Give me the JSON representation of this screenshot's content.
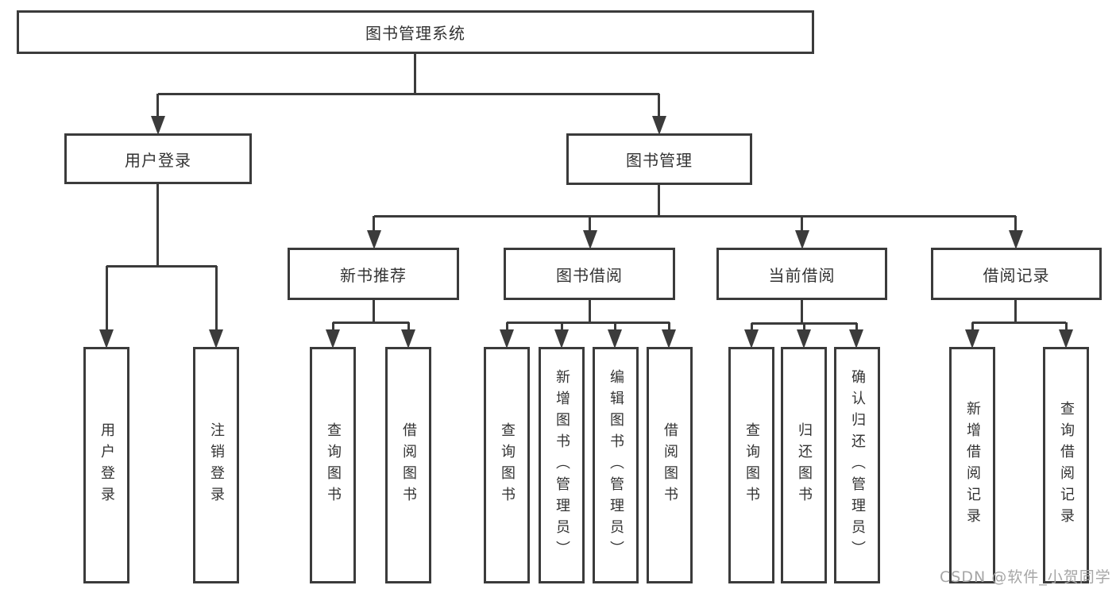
{
  "tree": {
    "root": "图书管理系统",
    "children": [
      {
        "label": "用户登录",
        "children": [
          "用户登录",
          "注销登录"
        ]
      },
      {
        "label": "图书管理",
        "children": [
          {
            "label": "新书推荐",
            "children": [
              "查询图书",
              "借阅图书"
            ]
          },
          {
            "label": "图书借阅",
            "children": [
              "查询图书",
              "新增图书（管理员）",
              "编辑图书（管理员）",
              "借阅图书"
            ]
          },
          {
            "label": "当前借阅",
            "children": [
              "查询图书",
              "归还图书",
              "确认归还（管理员）"
            ]
          },
          {
            "label": "借阅记录",
            "children": [
              "新增借阅记录",
              "查询借阅记录"
            ]
          }
        ]
      }
    ]
  },
  "watermark": {
    "text": "CSDN @软件_小贺同学"
  },
  "colors": {
    "line": "#3b3b3b",
    "text": "#333333",
    "watermark": "#a6a6a6"
  }
}
